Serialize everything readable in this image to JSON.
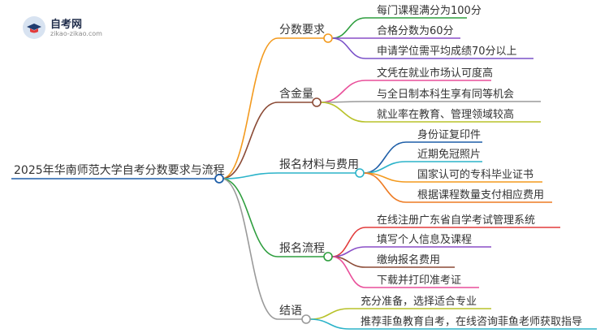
{
  "logo": {
    "title": "自考网",
    "subtitle": "zikao-zikao.com"
  },
  "root": {
    "label": "2025年华南师范大学自考分数要求与流程",
    "color": "#1f5fa8"
  },
  "branches": [
    {
      "label": "分数要求",
      "color": "#f39a1e",
      "children": [
        {
          "label": "每门课程满分为100分",
          "color": "#2e9e3e"
        },
        {
          "label": "合格分数为60分",
          "color": "#8a4fc7"
        },
        {
          "label": "申请学位需平均成绩70分以上",
          "color": "#7b52c9"
        }
      ]
    },
    {
      "label": "含金量",
      "color": "#8b4a35",
      "children": [
        {
          "label": "文凭在就业市场认可度高",
          "color": "#e94f9a"
        },
        {
          "label": "与全日制本科生享有同等机会",
          "color": "#9a9a9a"
        },
        {
          "label": "就业率在教育、管理领域较高",
          "color": "#b8c22a"
        }
      ]
    },
    {
      "label": "报名材料与费用",
      "color": "#2bb3c9",
      "children": [
        {
          "label": "身份证复印件",
          "color": "#1f5fa8"
        },
        {
          "label": "近期免冠照片",
          "color": "#2bb3c9"
        },
        {
          "label": "国家认可的专科毕业证书",
          "color": "#f39a1e"
        },
        {
          "label": "根据课程数量支付相应费用",
          "color": "#ee7b23"
        }
      ]
    },
    {
      "label": "报名流程",
      "color": "#2e9e3e",
      "children": [
        {
          "label": "在线注册广东省自学考试管理系统",
          "color": "#e23b3b"
        },
        {
          "label": "填写个人信息及课程",
          "color": "#8a4fc7"
        },
        {
          "label": "缴纳报名费用",
          "color": "#8b4a35"
        },
        {
          "label": "下载并打印准考证",
          "color": "#e94f9a"
        }
      ]
    },
    {
      "label": "结语",
      "color": "#9a9a9a",
      "children": [
        {
          "label": "充分准备，选择适合专业",
          "color": "#b8c22a"
        },
        {
          "label": "推荐菲鱼教育自考，在线咨询菲鱼老师获取指导",
          "color": "#2bb3c9"
        }
      ]
    }
  ]
}
